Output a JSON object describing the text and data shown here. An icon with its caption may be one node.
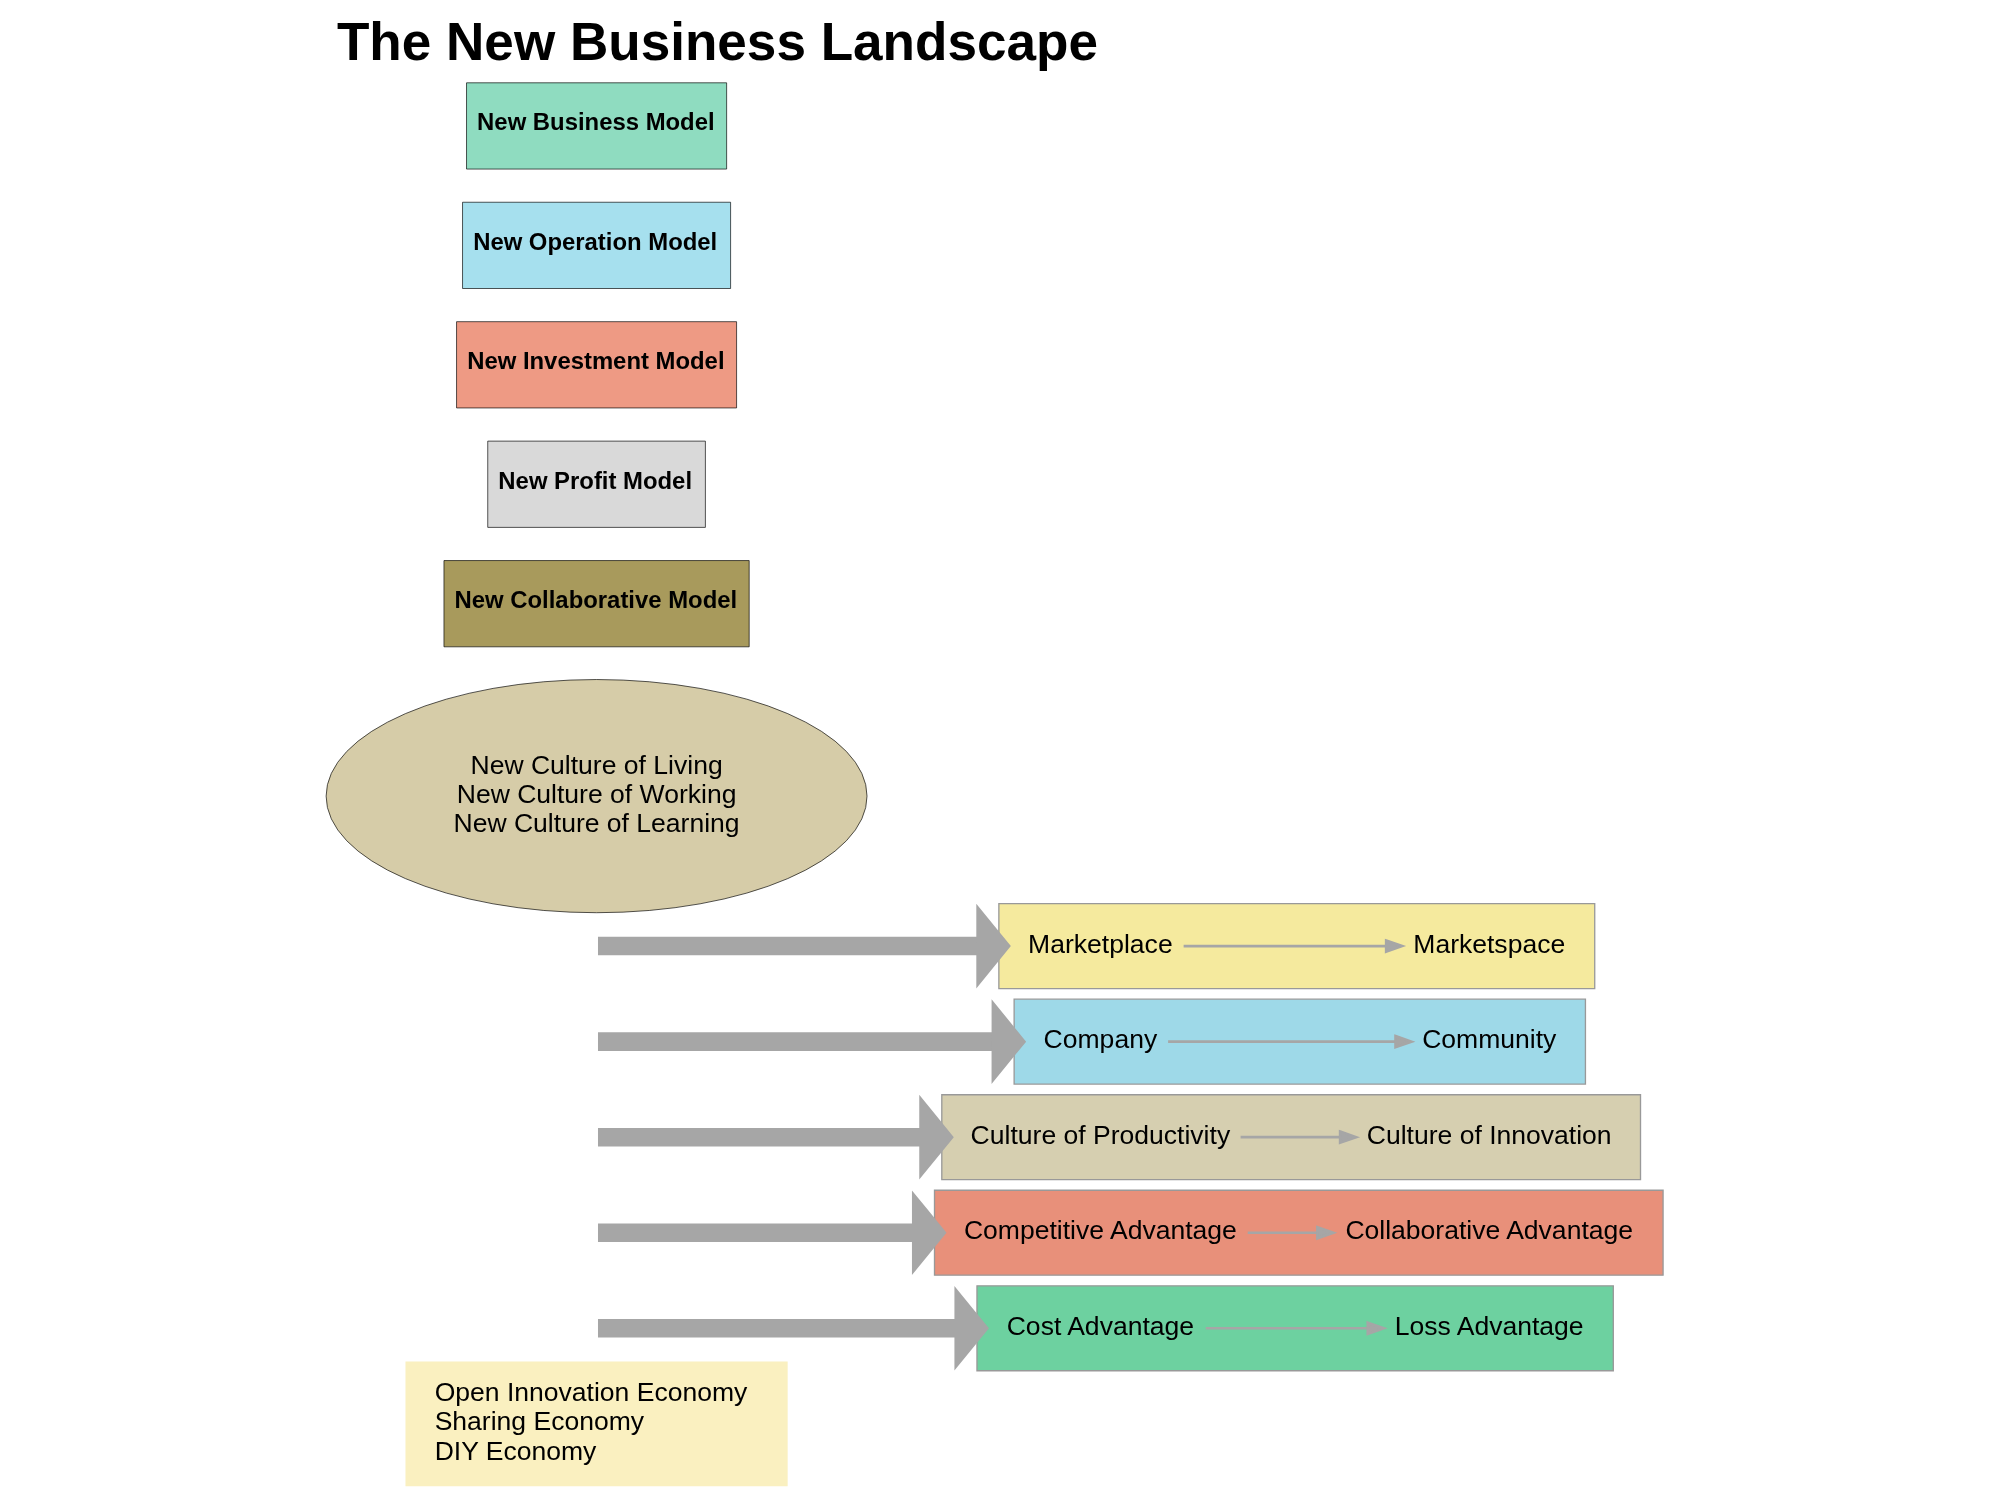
{
  "diagram": {
    "title": "The New Business Landscape",
    "nodes": [
      {
        "text": [
          "New Business Model"
        ]
      },
      {
        "text": [
          "New Operation Model"
        ]
      },
      {
        "text": [
          "New Investment Model"
        ]
      },
      {
        "text": [
          "New Profit Model"
        ]
      },
      {
        "text": [
          "New Collaborative Model"
        ]
      },
      {
        "text": [
          "New Culture of Living",
          "New Culture of Working",
          "New Culture of Learning"
        ]
      },
      {
        "text": [],
        "shape": "box"
      },
      {
        "text": [
          "Marketplace"
        ],
        "in": 6
      },
      {
        "text": [
          "Marketspace"
        ],
        "in": 6
      },
      {
        "text": [],
        "shape": "box"
      },
      {
        "text": [
          "Company"
        ],
        "in": 9
      },
      {
        "text": [
          "Community"
        ],
        "in": 9
      },
      {
        "text": [],
        "shape": "box"
      },
      {
        "text": [
          "Culture of Productivity"
        ],
        "in": 12
      },
      {
        "text": [
          "Culture of Innovation"
        ],
        "in": 12
      },
      {
        "text": [],
        "shape": "box"
      },
      {
        "text": [
          "Competitive Advantage"
        ],
        "in": 15
      },
      {
        "text": [
          "Collaborative Advantage"
        ],
        "in": 15
      },
      {
        "text": [],
        "shape": "box"
      },
      {
        "text": [
          "Cost Advantage"
        ],
        "in": 18
      },
      {
        "text": [
          "Loss Advantage"
        ],
        "in": 18
      },
      {
        "text": [
          "Open Innovation Economy",
          "Sharing Economy",
          "DIY Economy"
        ]
      }
    ],
    "edges": [
      {
        "from": null,
        "to": 6,
        "arrow": "to",
        "style": "thick"
      },
      {
        "from": 7,
        "to": 8,
        "arrow": "to"
      },
      {
        "from": null,
        "to": 9,
        "arrow": "to",
        "style": "thick"
      },
      {
        "from": 10,
        "to": 11,
        "arrow": "to"
      },
      {
        "from": null,
        "to": 12,
        "arrow": "to",
        "style": "thick"
      },
      {
        "from": 13,
        "to": 14,
        "arrow": "to"
      },
      {
        "from": null,
        "to": 15,
        "arrow": "to",
        "style": "thick"
      },
      {
        "from": 16,
        "to": 17,
        "arrow": "to"
      },
      {
        "from": null,
        "to": 18,
        "arrow": "to",
        "style": "thick"
      },
      {
        "from": 19,
        "to": 20,
        "arrow": "to"
      }
    ]
  }
}
